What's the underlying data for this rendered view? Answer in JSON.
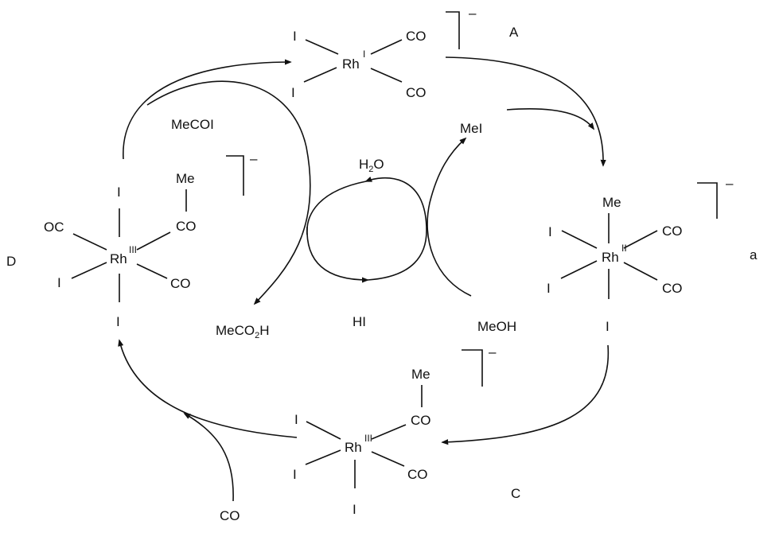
{
  "complex_A": {
    "tag": "A",
    "metal": "Rh",
    "ox": "I",
    "lig_left_top": "I",
    "lig_left_bottom": "I",
    "lig_right_top": "CO",
    "lig_right_bottom": "CO",
    "charge": "–"
  },
  "complex_a": {
    "tag": "a",
    "metal": "Rh",
    "ox": "II",
    "lig_top": "Me",
    "lig_left_top": "I",
    "lig_left_bottom": "I",
    "lig_right_top": "CO",
    "lig_right_bottom": "CO",
    "lig_bottom": "I",
    "charge": "–"
  },
  "complex_C": {
    "tag": "C",
    "metal": "Rh",
    "ox": "III",
    "acyl_me": "Me",
    "lig_left_top": "I",
    "lig_left_bottom": "I",
    "lig_right_top": "CO",
    "lig_right_bottom": "CO",
    "lig_bottom": "I",
    "charge": "–"
  },
  "complex_D": {
    "tag": "D",
    "metal": "Rh",
    "ox": "III",
    "acyl_me": "Me",
    "lig_top": "I",
    "lig_left_top": "OC",
    "lig_left_bottom": "I",
    "lig_right_top": "CO",
    "lig_right_bottom": "CO",
    "lig_bottom": "I",
    "charge": "–"
  },
  "species": {
    "mecoi": "MeCOI",
    "mei": "MeI",
    "h2o_h": "H",
    "h2o_sub": "2",
    "h2o_o": "O",
    "hi": "HI",
    "meoh": "MeOH",
    "meco2h_a": "MeCO",
    "meco2h_sub": "2",
    "meco2h_b": "H",
    "co_in": "CO"
  }
}
